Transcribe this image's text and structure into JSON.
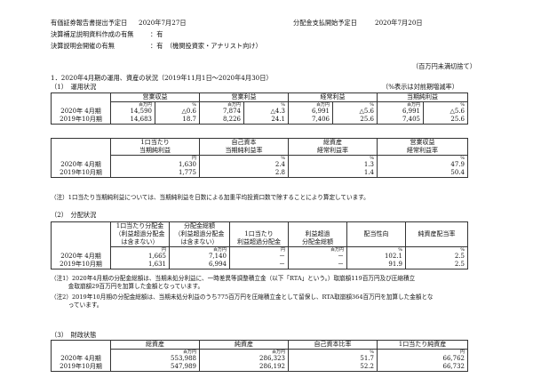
{
  "header": {
    "line1_label": "有価証券報告書提出予定日",
    "line1_value": "2020年7月27日",
    "line1_right_label": "分配金支払開始予定日",
    "line1_right_value": "2020年7月20日",
    "line2_label": "決算補足説明資料作成の有無",
    "line2_value": "：有",
    "line3_label": "決算説明会開催の有無",
    "line3_value": "：有　（機関投資家・アナリスト向け）",
    "unit_note": "（百万円未満切捨て）"
  },
  "section1": {
    "title": "1．2020年4月期の運用、資産の状況（2019年11月1日～2020年4月30日）",
    "sub1": "（1）　運用状況",
    "sub1_note": "（%表示は対前期増減率）",
    "table1": {
      "headers": [
        "営業収益",
        "営業利益",
        "経常利益",
        "当期純利益"
      ],
      "units": [
        "百万円",
        "%",
        "百万円",
        "%",
        "百万円",
        "%",
        "百万円",
        "%"
      ],
      "rows": [
        {
          "label": "2020年 4月期",
          "values": [
            "14,590",
            "△0.6",
            "7,874",
            "△4.3",
            "6,991",
            "△5.6",
            "6,991",
            "△5.6"
          ]
        },
        {
          "label": "2019年10月期",
          "values": [
            "14,683",
            "18.7",
            "8,226",
            "24.1",
            "7,406",
            "25.6",
            "7,405",
            "25.6"
          ]
        }
      ]
    },
    "table2": {
      "headers": [
        [
          "1口当たり",
          "当期純利益"
        ],
        [
          "自己資本",
          "当期純利益率"
        ],
        [
          "総資産",
          "経常利益率"
        ],
        [
          "営業収益",
          "経常利益率"
        ]
      ],
      "units": [
        "円",
        "%",
        "%",
        "%"
      ],
      "rows": [
        {
          "label": "2020年 4月期",
          "values": [
            "1,630",
            "2.4",
            "1.3",
            "47.9"
          ]
        },
        {
          "label": "2019年10月期",
          "values": [
            "1,775",
            "2.8",
            "1.4",
            "50.4"
          ]
        }
      ]
    },
    "note1": "（注）1口当たり当期純利益については、当期純利益を日数による加重平均投資口数で除することにより算定しています。",
    "sub2": "（2）　分配状況",
    "table3": {
      "headers": [
        [
          "1口当たり分配金",
          "（利益超過分配金",
          "は含まない）"
        ],
        [
          "分配金総額",
          "（利益超過分配金",
          "は含まない）"
        ],
        [
          "1口当たり",
          "利益超過分配金"
        ],
        [
          "利益超過",
          "分配金総額"
        ],
        [
          "配当性向"
        ],
        [
          "純資産配当率"
        ]
      ],
      "units": [
        "円",
        "百万円",
        "円",
        "百万円",
        "%",
        "%"
      ],
      "rows": [
        {
          "label": "2020年 4月期",
          "values": [
            "1,665",
            "7,140",
            "－",
            "－",
            "102.1",
            "2.5"
          ]
        },
        {
          "label": "2019年10月期",
          "values": [
            "1,631",
            "6,994",
            "－",
            "－",
            "91.9",
            "2.5"
          ]
        }
      ]
    },
    "note2_lines": [
      "（注1）2020年4月期の分配金総額は、当期未処分利益に、一時差異等調整積立金（以下「RTA」という。）取崩額119百万円及び圧縮積立",
      "　　　金取崩額29百万円を加算した金額となっています。",
      "（注2）2019年10月期の分配金総額は、当期未処分利益のうち775百万円を圧縮積立金として留保し、RTA取崩額364百万円を加算した金額とな",
      "　　　っています。"
    ],
    "sub3": "（3）　財政状態",
    "table4": {
      "headers": [
        "総資産",
        "純資産",
        "自己資本比率",
        "1口当たり純資産"
      ],
      "units": [
        "百万円",
        "百万円",
        "%",
        "円"
      ],
      "rows": [
        {
          "label": "2020年 4月期",
          "values": [
            "553,988",
            "286,323",
            "51.7",
            "66,762"
          ]
        },
        {
          "label": "2019年10月期",
          "values": [
            "547,989",
            "286,192",
            "52.2",
            "66,732"
          ]
        }
      ]
    }
  }
}
